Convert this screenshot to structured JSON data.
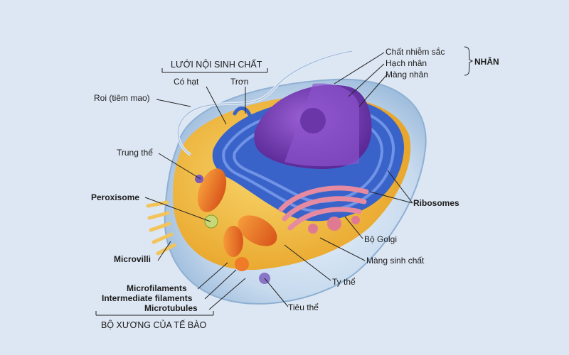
{
  "labels": {
    "er_title": "LƯỚI NỘI SINH CHẤT",
    "er_rough": "Có hạt",
    "er_smooth": "Trơn",
    "flagellum": "Roi (tiêm mao)",
    "centrosome": "Trung thể",
    "peroxisome": "Peroxisome",
    "microvilli": "Microvilli",
    "microfilaments": "Microfilaments",
    "intermediate_filaments": "Intermediate filaments",
    "microtubules": "Microtubules",
    "cytoskeleton": "BỘ XƯƠNG CỦA TẾ BÀO",
    "chromatin": "Chất nhiễm sắc",
    "nucleolus": "Hạch nhân",
    "nuclear_envelope": "Màng nhân",
    "nucleus": "NHÂN",
    "ribosomes": "Ribosomes",
    "golgi": "Bộ Golgi",
    "plasma_membrane": "Màng sinh chất",
    "mitochondria": "Ty thể",
    "lysosome": "Tiêu thể"
  },
  "colors": {
    "background": "#dde7f3",
    "cell_outer": "#c9dcef",
    "cytoplasm": "#f3c24a",
    "er": "#3a63c9",
    "nucleus": "#7a3fb7",
    "golgi": "#e58aa0",
    "mitochondria": "#ef7a27"
  }
}
